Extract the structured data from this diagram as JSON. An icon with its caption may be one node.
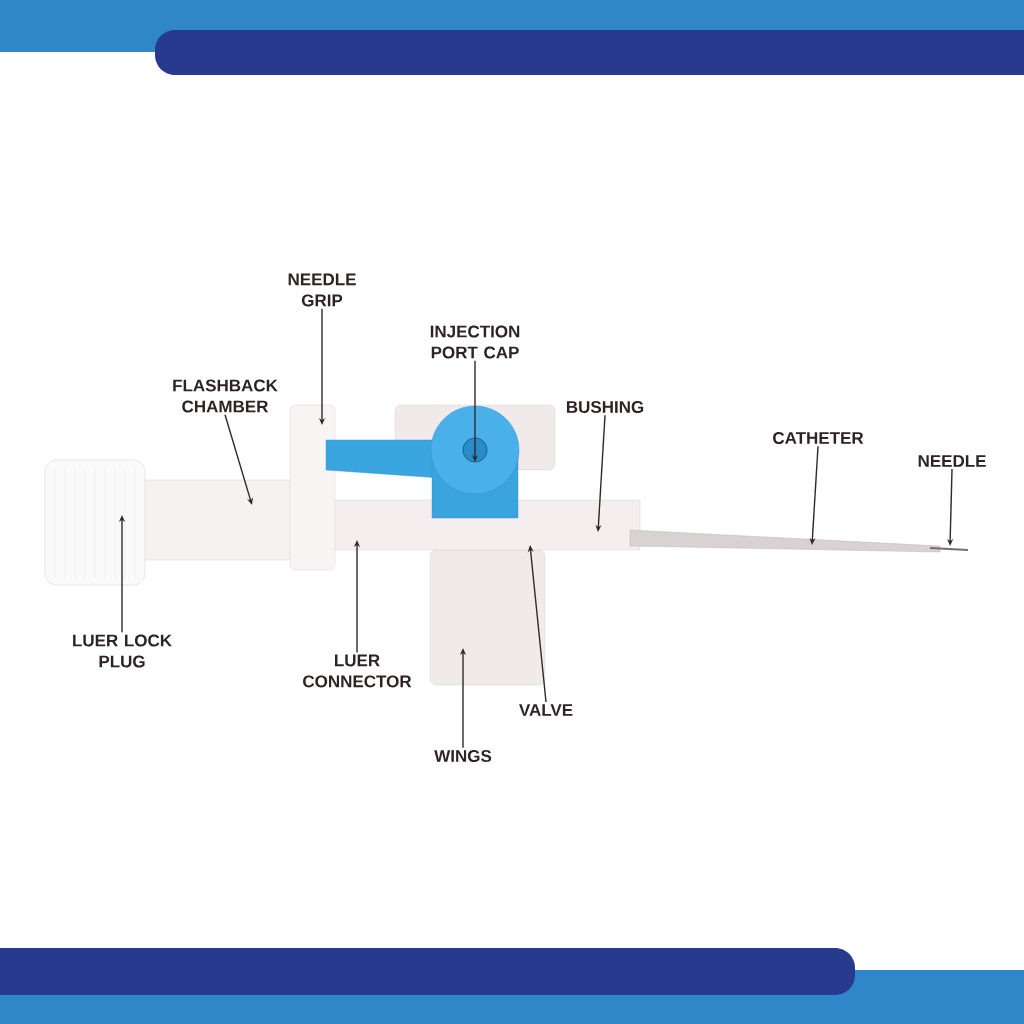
{
  "diagram": {
    "nodes": [
      {
        "text": [
          "NEEDLE GRIP"
        ]
      },
      {
        "text": [
          "INJECTION PORT CAP"
        ]
      },
      {
        "text": [
          "FLASHBACK CHAMBER"
        ]
      },
      {
        "text": [
          "BUSHING"
        ]
      },
      {
        "text": [
          "CATHETER"
        ]
      },
      {
        "text": [
          "NEEDLE"
        ]
      },
      {
        "text": [
          "LUER LOCK PLUG"
        ]
      },
      {
        "text": [
          "LUER CONNECTOR"
        ]
      },
      {
        "text": [
          "VALVE"
        ]
      },
      {
        "text": [
          "WINGS"
        ]
      }
    ],
    "edges": [
      {
        "from": 0,
        "to": null,
        "arrow": "to"
      },
      {
        "from": 1,
        "to": null,
        "arrow": "to"
      },
      {
        "from": 2,
        "to": null,
        "arrow": "to"
      },
      {
        "from": 3,
        "to": null,
        "arrow": "to"
      },
      {
        "from": 4,
        "to": null,
        "arrow": "to"
      },
      {
        "from": 5,
        "to": null,
        "arrow": "to"
      },
      {
        "from": 6,
        "to": null,
        "arrow": "to"
      },
      {
        "from": 7,
        "to": null,
        "arrow": "to"
      },
      {
        "from": 8,
        "to": null,
        "arrow": "to"
      },
      {
        "from": 9,
        "to": null,
        "arrow": "to"
      }
    ]
  }
}
